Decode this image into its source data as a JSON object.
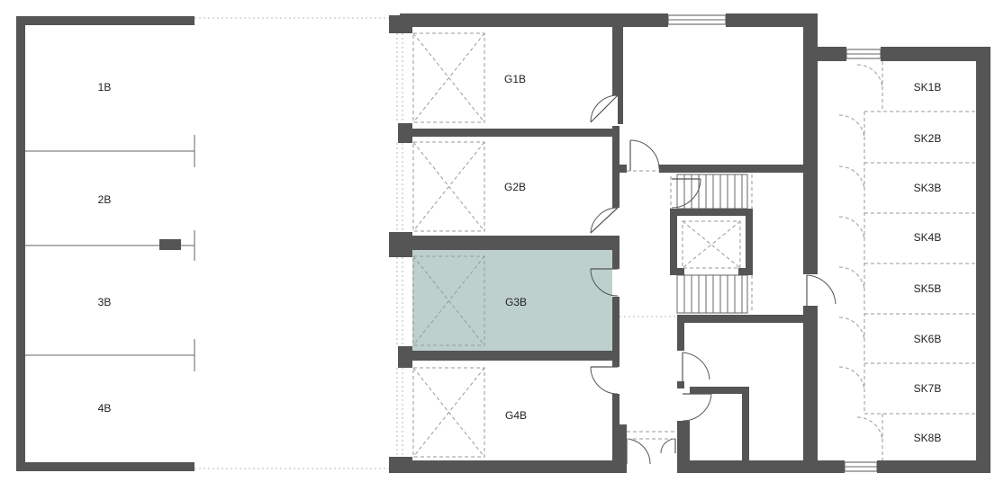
{
  "plan": {
    "parking_spaces": [
      {
        "id": "parking-1b",
        "label": "1B"
      },
      {
        "id": "parking-2b",
        "label": "2B"
      },
      {
        "id": "parking-3b",
        "label": "3B"
      },
      {
        "id": "parking-4b",
        "label": "4B"
      }
    ],
    "garages": [
      {
        "id": "garage-g1b",
        "label": "G1B",
        "selected": false
      },
      {
        "id": "garage-g2b",
        "label": "G2B",
        "selected": false
      },
      {
        "id": "garage-g3b",
        "label": "G3B",
        "selected": true
      },
      {
        "id": "garage-g4b",
        "label": "G4B",
        "selected": false
      }
    ],
    "storage_units": [
      {
        "id": "storage-sk1b",
        "label": "SK1B"
      },
      {
        "id": "storage-sk2b",
        "label": "SK2B"
      },
      {
        "id": "storage-sk3b",
        "label": "SK3B"
      },
      {
        "id": "storage-sk4b",
        "label": "SK4B"
      },
      {
        "id": "storage-sk5b",
        "label": "SK5B"
      },
      {
        "id": "storage-sk6b",
        "label": "SK6B"
      },
      {
        "id": "storage-sk7b",
        "label": "SK7B"
      },
      {
        "id": "storage-sk8b",
        "label": "SK8B"
      }
    ],
    "colors": {
      "wall": "#555555",
      "selected_unit": "#bdd0cc",
      "background": "#ffffff"
    }
  }
}
